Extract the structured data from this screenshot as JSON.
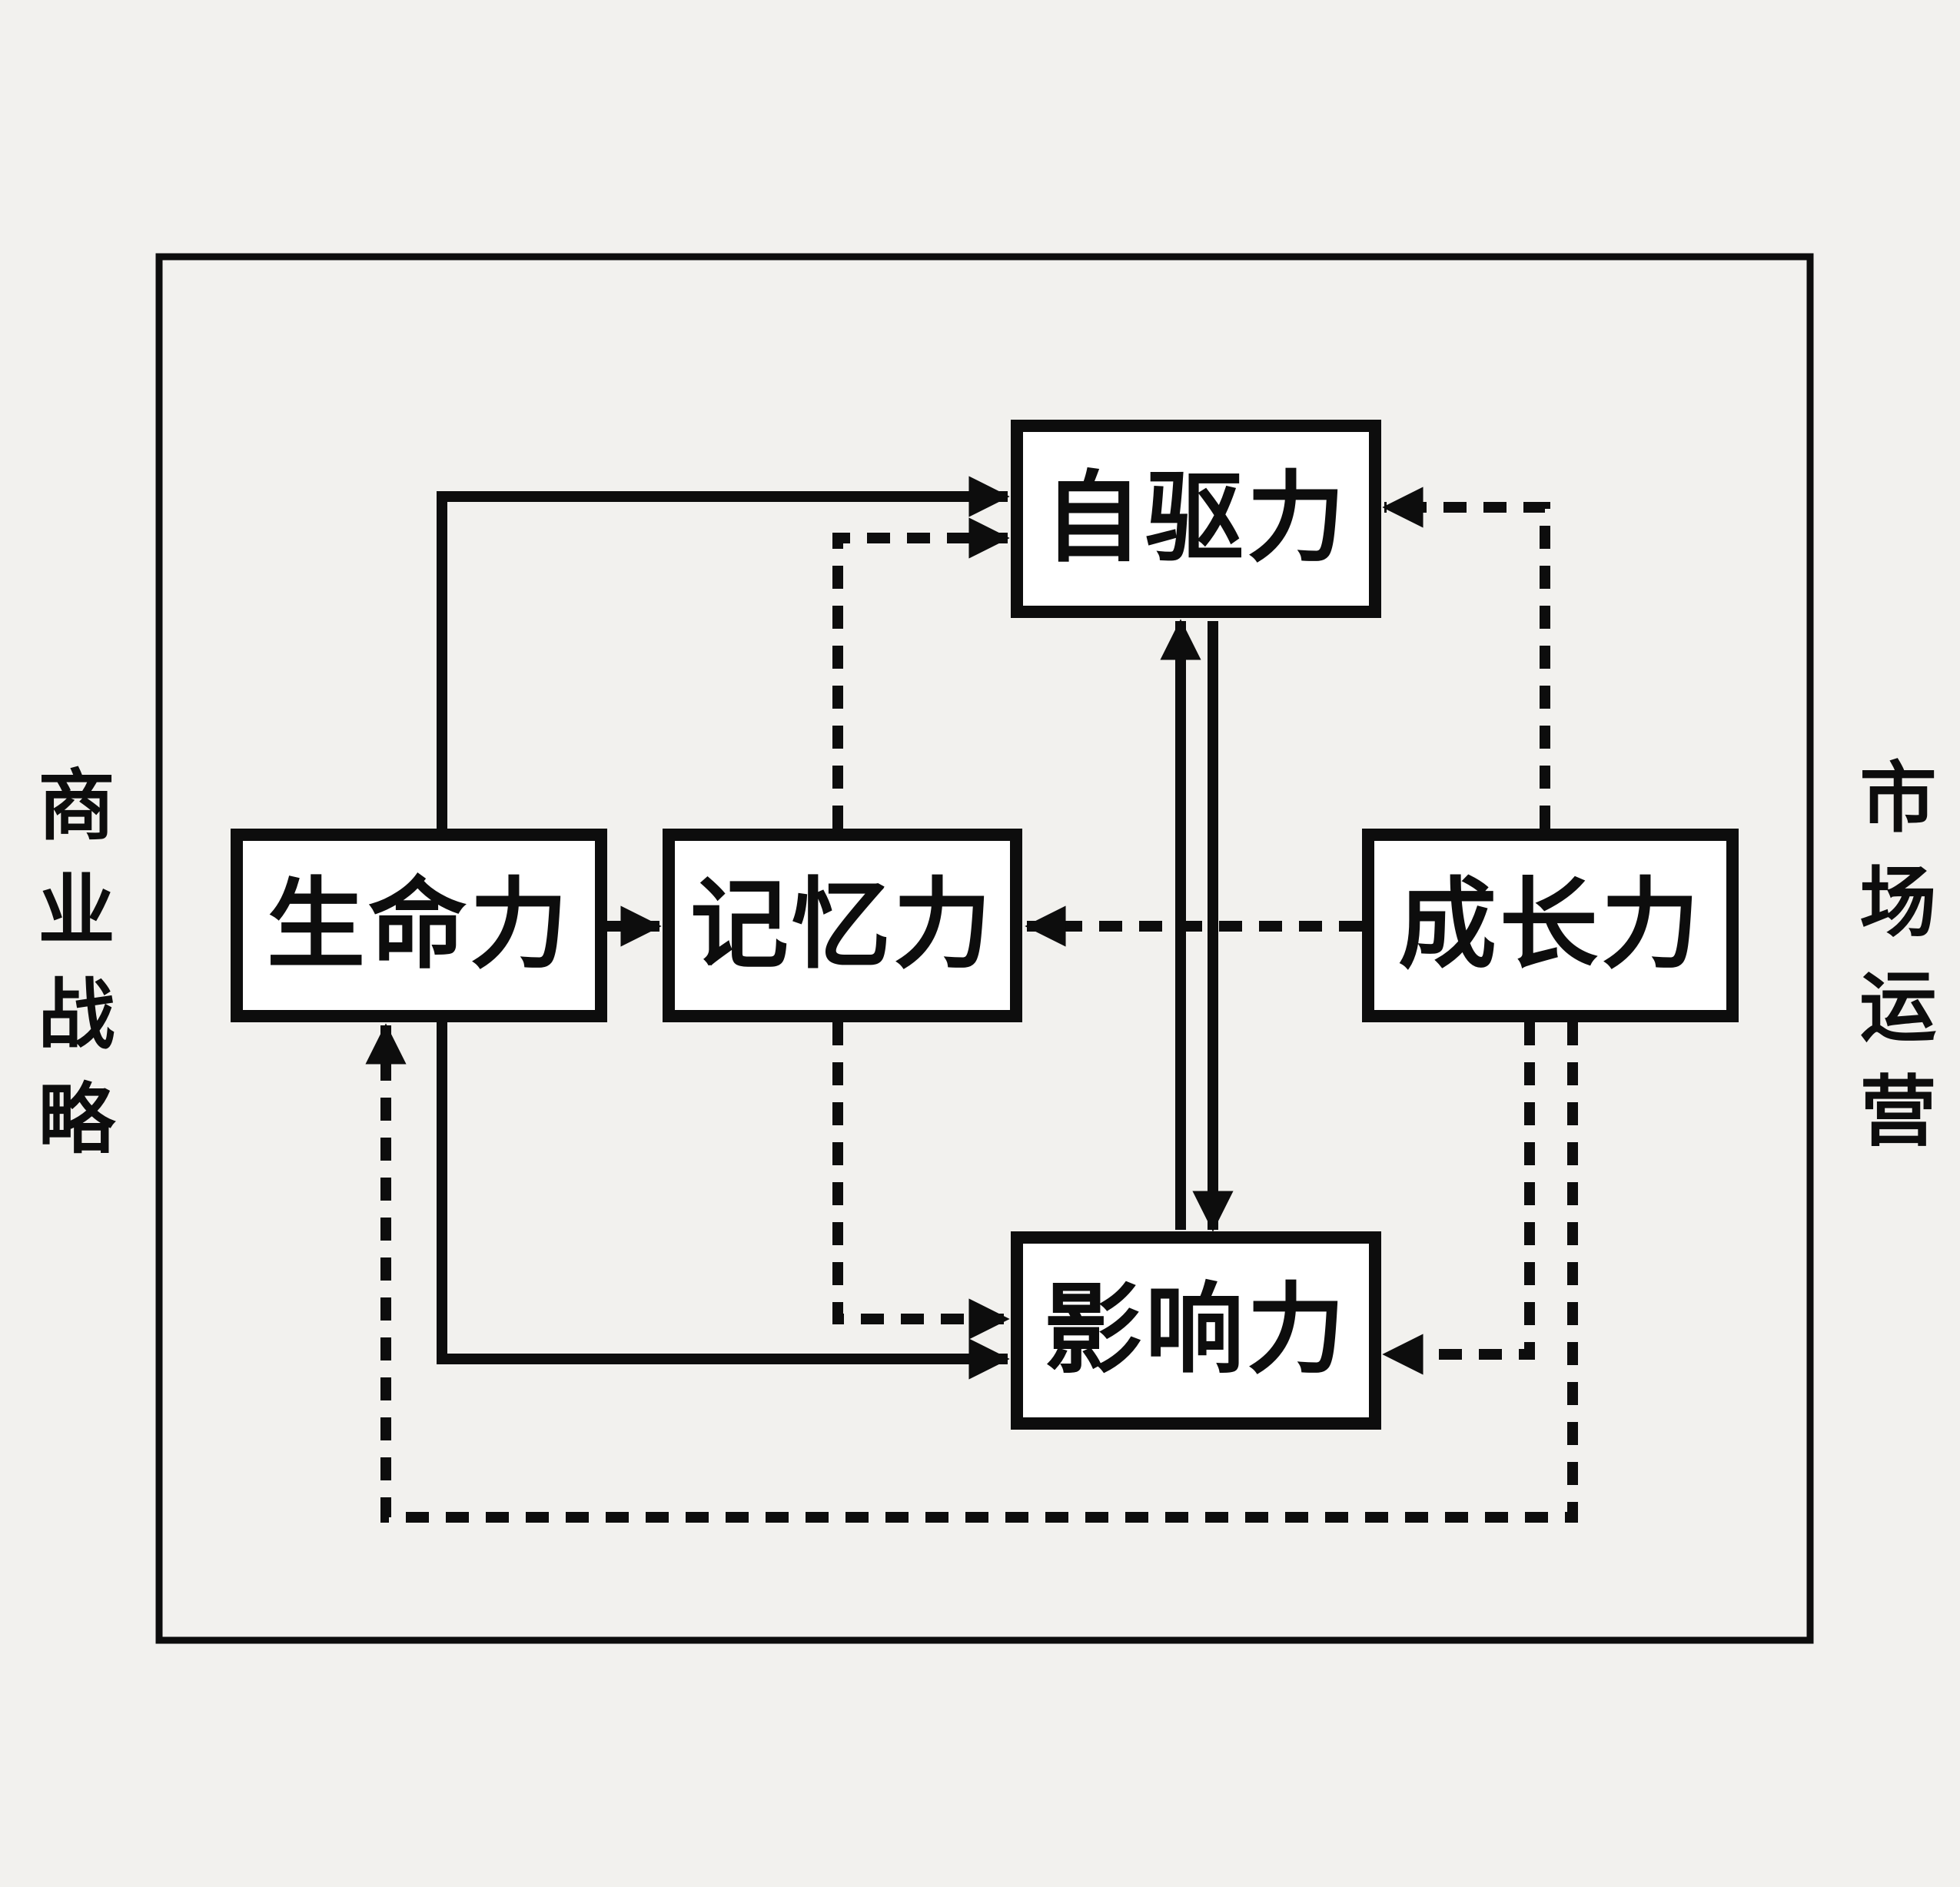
{
  "diagram": {
    "background_color": "#f2f1ee",
    "line_color": "#0d0d0d",
    "box_fill_color": "#ffffff"
  },
  "side_labels": {
    "left": "商业战略",
    "right": "市场运营"
  },
  "nodes": {
    "self_drive": {
      "label": "自驱力"
    },
    "vitality": {
      "label": "生命力"
    },
    "memory": {
      "label": "记忆力"
    },
    "growth": {
      "label": "成长力"
    },
    "influence": {
      "label": "影响力"
    }
  },
  "edges": [
    {
      "from": "生命力",
      "to": "自驱力",
      "style": "solid"
    },
    {
      "from": "生命力",
      "to": "记忆力",
      "style": "solid"
    },
    {
      "from": "生命力",
      "to": "影响力",
      "style": "solid"
    },
    {
      "from": "记忆力",
      "to": "自驱力",
      "style": "dashed"
    },
    {
      "from": "记忆力",
      "to": "影响力",
      "style": "dashed"
    },
    {
      "from": "成长力",
      "to": "记忆力",
      "style": "dashed"
    },
    {
      "from": "成长力",
      "to": "自驱力",
      "style": "dashed"
    },
    {
      "from": "成长力",
      "to": "影响力",
      "style": "dashed"
    },
    {
      "from": "影响力",
      "to": "自驱力",
      "style": "solid"
    },
    {
      "from": "自驱力",
      "to": "影响力",
      "style": "solid"
    },
    {
      "from": "成长力",
      "to": "生命力",
      "style": "dashed"
    }
  ]
}
